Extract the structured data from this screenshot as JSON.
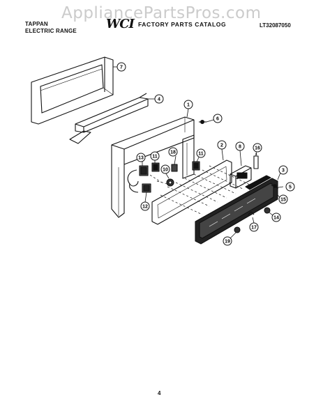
{
  "header": {
    "brand_line1": "TAPPAN",
    "brand_line2": "ELECTRIC RANGE",
    "logo": "WCI",
    "catalog_title": "FACTORY PARTS CATALOG",
    "catalog_number": "LT32087050"
  },
  "watermark": "AppliancePartsPros.com",
  "callouts": [
    "7",
    "4",
    "1",
    "6",
    "2",
    "8",
    "16",
    "18",
    "11",
    "13",
    "11",
    "10",
    "3",
    "5",
    "15",
    "12",
    "14",
    "17",
    "19"
  ],
  "footer": {
    "page_number": "4"
  }
}
